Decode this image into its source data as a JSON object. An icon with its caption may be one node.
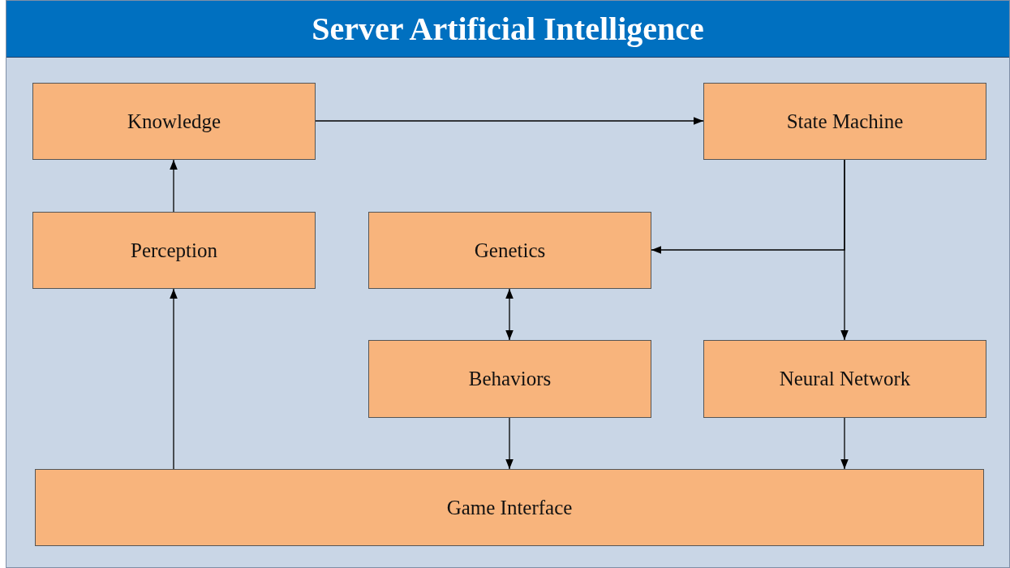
{
  "diagram": {
    "nodes": [
      {
        "text": [
          "Server Artificial Intelligence"
        ]
      },
      {
        "text": [
          "Knowledge"
        ],
        "in": 0
      },
      {
        "text": [
          "State Machine"
        ],
        "in": 0
      },
      {
        "text": [
          "Perception"
        ],
        "in": 0
      },
      {
        "text": [
          "Genetics"
        ],
        "in": 0
      },
      {
        "text": [
          "Behaviors"
        ],
        "in": 0
      },
      {
        "text": [
          "Neural Network"
        ],
        "in": 0
      },
      {
        "text": [
          "Game Interface"
        ],
        "in": 0
      }
    ],
    "edges": [
      {
        "from": 1,
        "to": 2,
        "arrow": "to"
      },
      {
        "from": 3,
        "to": 1,
        "arrow": "to"
      },
      {
        "from": 2,
        "to": 4,
        "arrow": "to"
      },
      {
        "from": 2,
        "to": 6,
        "arrow": "to"
      },
      {
        "from": 4,
        "to": 5,
        "arrow": "both"
      },
      {
        "from": 5,
        "to": 7,
        "arrow": "to"
      },
      {
        "from": 6,
        "to": 7,
        "arrow": "to"
      },
      {
        "from": 7,
        "to": 3,
        "arrow": "to"
      }
    ]
  }
}
